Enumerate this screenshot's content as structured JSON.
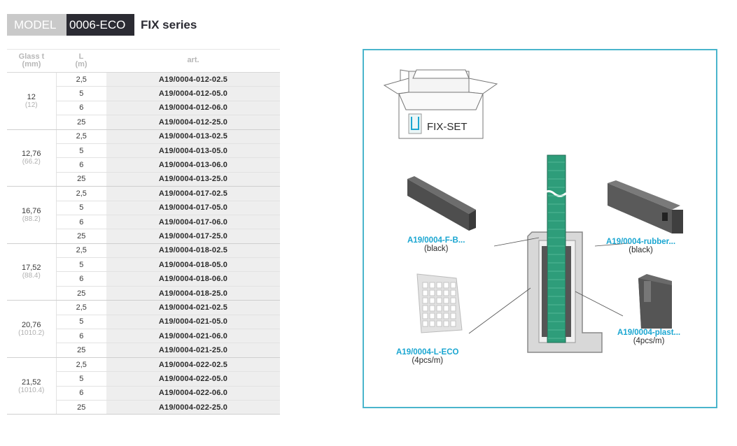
{
  "header": {
    "model_label": "MODEL",
    "model_code": "0006-ECO",
    "series": "FIX series"
  },
  "table": {
    "headers": {
      "glass_line1": "Glass t",
      "glass_line2": "(mm)",
      "l_line1": "L",
      "l_line2": "(m)",
      "art": "art."
    },
    "groups": [
      {
        "glass": "12",
        "glass_sub": "(12)",
        "rows": [
          {
            "l": "2,5",
            "art": "A19/0004-012-02.5"
          },
          {
            "l": "5",
            "art": "A19/0004-012-05.0"
          },
          {
            "l": "6",
            "art": "A19/0004-012-06.0"
          },
          {
            "l": "25",
            "art": "A19/0004-012-25.0"
          }
        ]
      },
      {
        "glass": "12,76",
        "glass_sub": "(66.2)",
        "rows": [
          {
            "l": "2,5",
            "art": "A19/0004-013-02.5"
          },
          {
            "l": "5",
            "art": "A19/0004-013-05.0"
          },
          {
            "l": "6",
            "art": "A19/0004-013-06.0"
          },
          {
            "l": "25",
            "art": "A19/0004-013-25.0"
          }
        ]
      },
      {
        "glass": "16,76",
        "glass_sub": "(88.2)",
        "rows": [
          {
            "l": "2,5",
            "art": "A19/0004-017-02.5"
          },
          {
            "l": "5",
            "art": "A19/0004-017-05.0"
          },
          {
            "l": "6",
            "art": "A19/0004-017-06.0"
          },
          {
            "l": "25",
            "art": "A19/0004-017-25.0"
          }
        ]
      },
      {
        "glass": "17,52",
        "glass_sub": "(88.4)",
        "rows": [
          {
            "l": "2,5",
            "art": "A19/0004-018-02.5"
          },
          {
            "l": "5",
            "art": "A19/0004-018-05.0"
          },
          {
            "l": "6",
            "art": "A19/0004-018-06.0"
          },
          {
            "l": "25",
            "art": "A19/0004-018-25.0"
          }
        ]
      },
      {
        "glass": "20,76",
        "glass_sub": "(1010.2)",
        "rows": [
          {
            "l": "2,5",
            "art": "A19/0004-021-02.5"
          },
          {
            "l": "5",
            "art": "A19/0004-021-05.0"
          },
          {
            "l": "6",
            "art": "A19/0004-021-06.0"
          },
          {
            "l": "25",
            "art": "A19/0004-021-25.0"
          }
        ]
      },
      {
        "glass": "21,52",
        "glass_sub": "(1010.4)",
        "rows": [
          {
            "l": "2,5",
            "art": "A19/0004-022-02.5"
          },
          {
            "l": "5",
            "art": "A19/0004-022-05.0"
          },
          {
            "l": "6",
            "art": "A19/0004-022-06.0"
          },
          {
            "l": "25",
            "art": "A19/0004-022-25.0"
          }
        ]
      }
    ]
  },
  "diagram": {
    "box_label": "FIX-SET",
    "labels": {
      "fb": {
        "code": "A19/0004-F-B...",
        "sub": "(black)"
      },
      "rubber": {
        "code": "A19/0004-rubber...",
        "sub": "(black)"
      },
      "leco": {
        "code": "A19/0004-L-ECO",
        "sub": "(4pcs/m)"
      },
      "plast": {
        "code": "A19/0004-plast...",
        "sub": "(4pcs/m)"
      }
    }
  },
  "colors": {
    "accent": "#1aa6d1",
    "frame": "#4ab5cc",
    "glass": "#2e9d7a",
    "model_dark": "#2b2b33"
  }
}
